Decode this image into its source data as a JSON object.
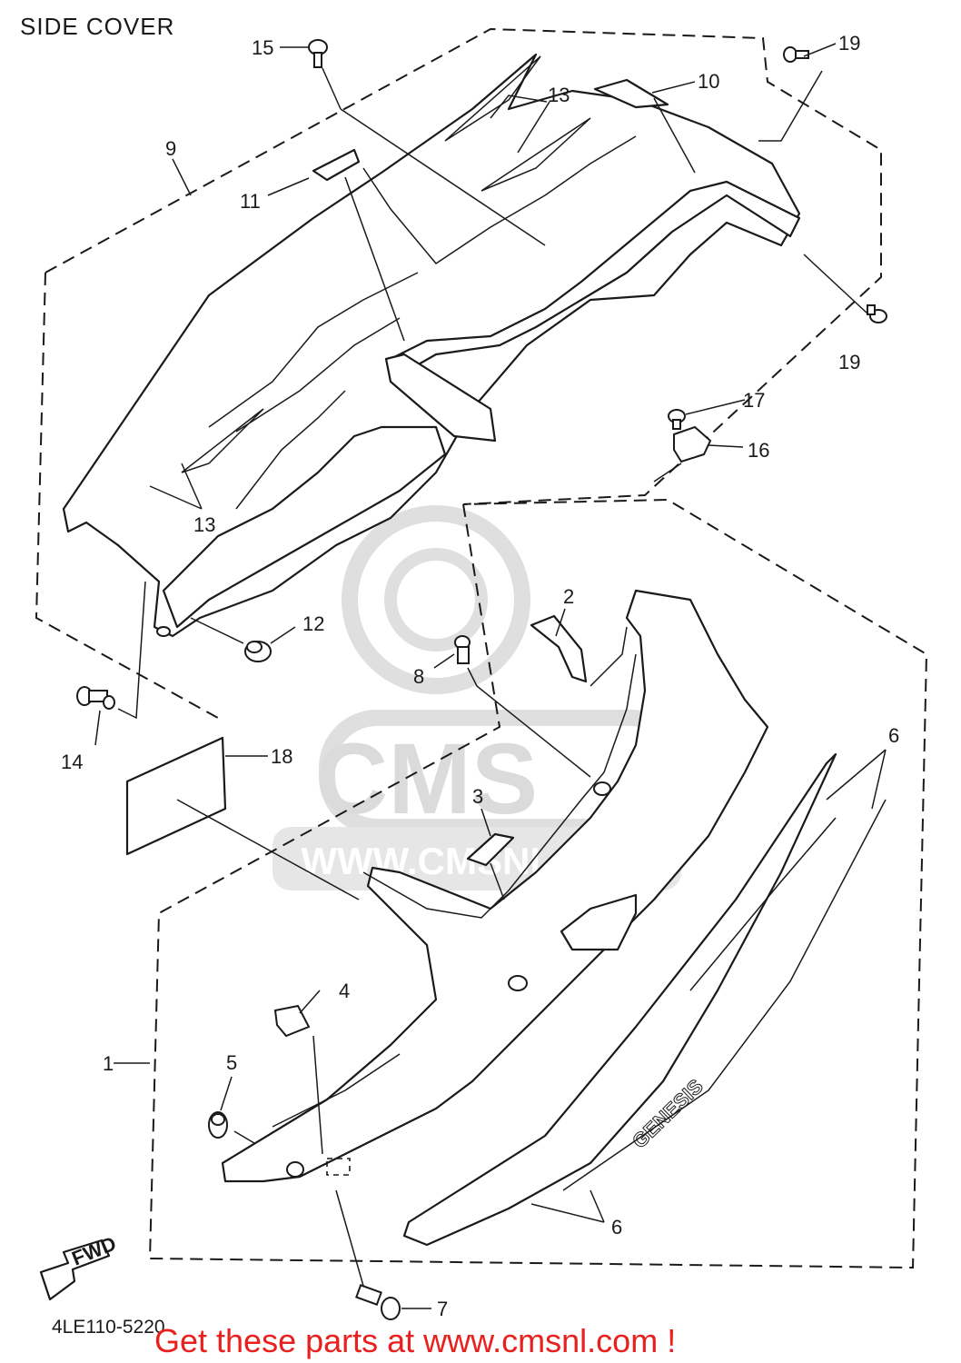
{
  "title": "SIDE COVER",
  "diagram_code": "4LE110-5220",
  "footer": "Get these parts at www.cmsnl.com !",
  "watermark": {
    "logo_text": "CMS",
    "url_text": "WWW.CMSNL.COM"
  },
  "colors": {
    "line": "#1a1a1a",
    "footer": "#e8201e",
    "watermark": "#d8d8d8"
  },
  "decal_text": "GENESIS",
  "arrow_label": "FWD",
  "callouts": {
    "c1": "1",
    "c2": "2",
    "c3": "3",
    "c4": "4",
    "c5": "5",
    "c6a": "6",
    "c6b": "6",
    "c7": "7",
    "c8": "8",
    "c9": "9",
    "c10": "10",
    "c11": "11",
    "c12": "12",
    "c13a": "13",
    "c13b": "13",
    "c14": "14",
    "c15": "15",
    "c16": "16",
    "c17": "17",
    "c18": "18",
    "c19a": "19",
    "c19b": "19"
  }
}
